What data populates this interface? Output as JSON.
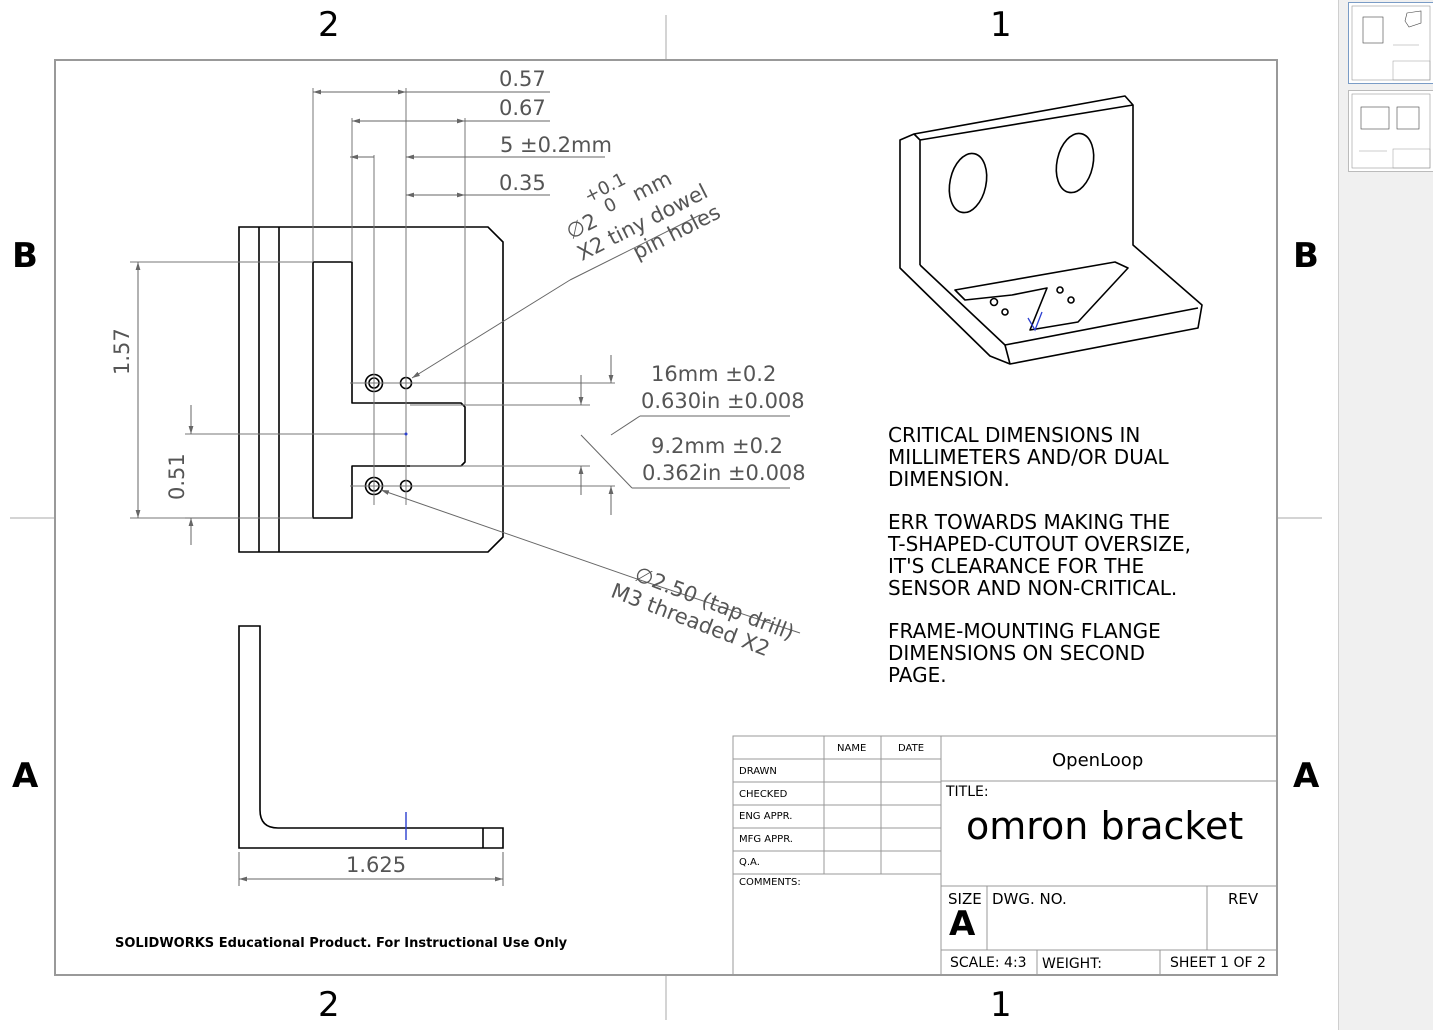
{
  "zones": {
    "columns": [
      "2",
      "1"
    ],
    "rows": [
      "B",
      "A"
    ]
  },
  "dimensions": {
    "d057": "0.57",
    "d067": "0.67",
    "d5mm": "5 ±0.2mm",
    "d035": "0.35",
    "d157": "1.57",
    "d051": "0.51",
    "d1625": "1.625",
    "dowel_tol_upper": "+0.1",
    "dowel_dia": "∅2",
    "dowel_tol_lower": "0",
    "dowel_unit": "mm",
    "dowel_note1": "X2 tiny dowel",
    "dowel_note2": "pin holes",
    "d16mm": "16mm ±0.2",
    "d0630": "0.630in ±0.008",
    "d92mm": "9.2mm ±0.2",
    "d0362": "0.362in ±0.008",
    "tap_dia": "∅2.50 (tap drill)",
    "tap_note": "M3 threaded X2"
  },
  "notes": {
    "n1": "CRITICAL DIMENSIONS IN\nMILLIMETERS AND/OR DUAL\nDIMENSION.",
    "n2": "ERR TOWARDS MAKING THE\nT-SHAPED-CUTOUT OVERSIZE,\nIT'S CLEARANCE FOR THE\nSENSOR AND NON-CRITICAL.",
    "n3": "FRAME-MOUNTING FLANGE\nDIMENSIONS ON SECOND\nPAGE."
  },
  "edu_notice": "SOLIDWORKS Educational Product. For Instructional Use Only",
  "title_block": {
    "col_name": "NAME",
    "col_date": "DATE",
    "rows": [
      "DRAWN",
      "CHECKED",
      "ENG APPR.",
      "MFG APPR.",
      "Q.A."
    ],
    "comments": "COMMENTS:",
    "company": "OpenLoop",
    "title_label": "TITLE:",
    "title": "omron bracket",
    "size_label": "SIZE",
    "size": "A",
    "dwg_no_label": "DWG.  NO.",
    "rev_label": "REV",
    "scale": "SCALE: 4:3",
    "weight": "WEIGHT:",
    "sheet": "SHEET 1 OF 2"
  },
  "colors": {
    "line": "#000000",
    "dimension": "#666666",
    "text_dim": "#555555",
    "sketch_blue": "#2b3fd0"
  }
}
